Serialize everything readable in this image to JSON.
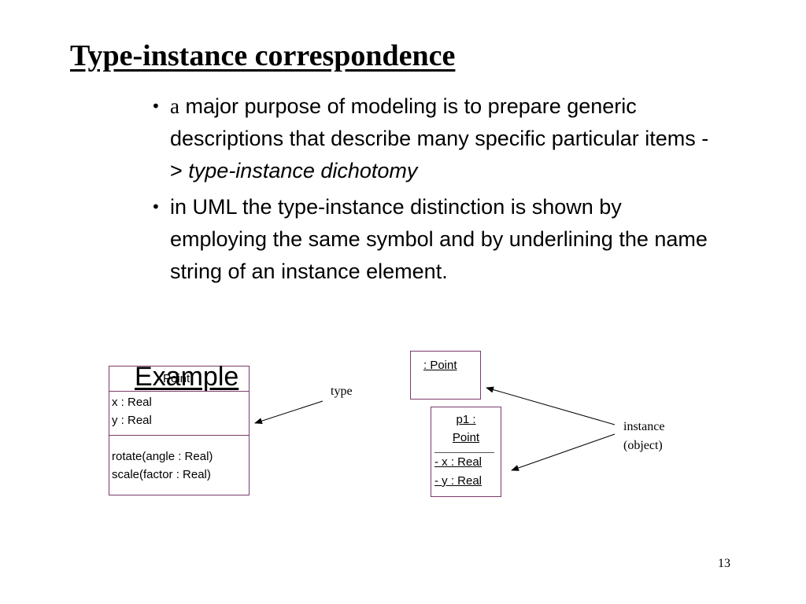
{
  "slide": {
    "title": "Type-instance correspondence",
    "bullets": [
      {
        "lead": "a",
        "text": " major purpose of modeling is to prepare generic descriptions that describe many specific particular items -> ",
        "emphasis": "type-instance dichotomy"
      },
      {
        "text": "in UML the type-instance distinction is shown by employing the same symbol and by underlining the name string of an instance element."
      }
    ],
    "example_heading": "Example",
    "page_number": "13"
  },
  "diagram": {
    "class_box": {
      "name": "Point",
      "attributes": [
        "x : Real",
        "y : Real"
      ],
      "operations": [
        "rotate(angle : Real)",
        "scale(factor : Real)"
      ]
    },
    "anonymous_instance": {
      "name": ": Point"
    },
    "named_instance": {
      "name_line1": "p1 :",
      "name_line2": "Point",
      "attributes": [
        "- x : Real",
        "- y : Real"
      ]
    },
    "labels": {
      "type": "type",
      "instance_line1": "instance",
      "instance_line2": "(object)"
    }
  }
}
